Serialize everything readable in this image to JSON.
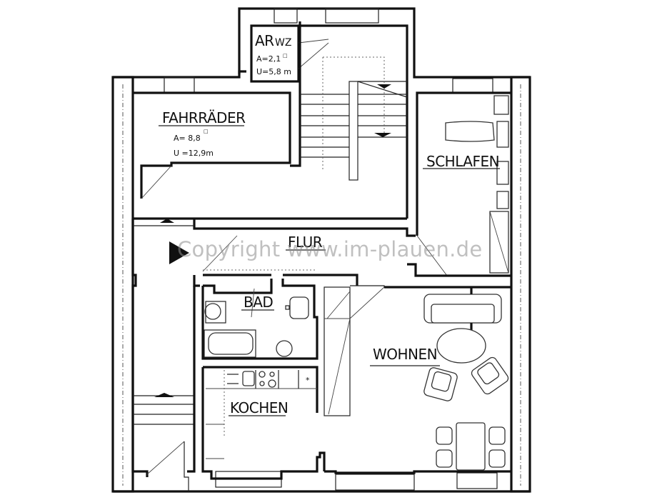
{
  "plan": {
    "type": "floor plan",
    "rooms": [
      {
        "id": "ar-wz",
        "label": "AR",
        "sub_label": "WZ",
        "area": "A=2,1",
        "perimeter": "U=5,8 m"
      },
      {
        "id": "fahrraeder",
        "label": "FAHRRÄDER",
        "area": "A= 8,8",
        "perimeter": "U =12,9m"
      },
      {
        "id": "schlafen",
        "label": "SCHLAFEN"
      },
      {
        "id": "flur",
        "label": "FLUR"
      },
      {
        "id": "bad",
        "label": "BAD"
      },
      {
        "id": "wohnen",
        "label": "WOHNEN"
      },
      {
        "id": "kochen",
        "label": "KOCHEN"
      }
    ],
    "area_unit_symbol": "□",
    "entry_marker": "entrance-arrow"
  },
  "watermark": {
    "text": "Copyright www.im-plauen.de"
  }
}
